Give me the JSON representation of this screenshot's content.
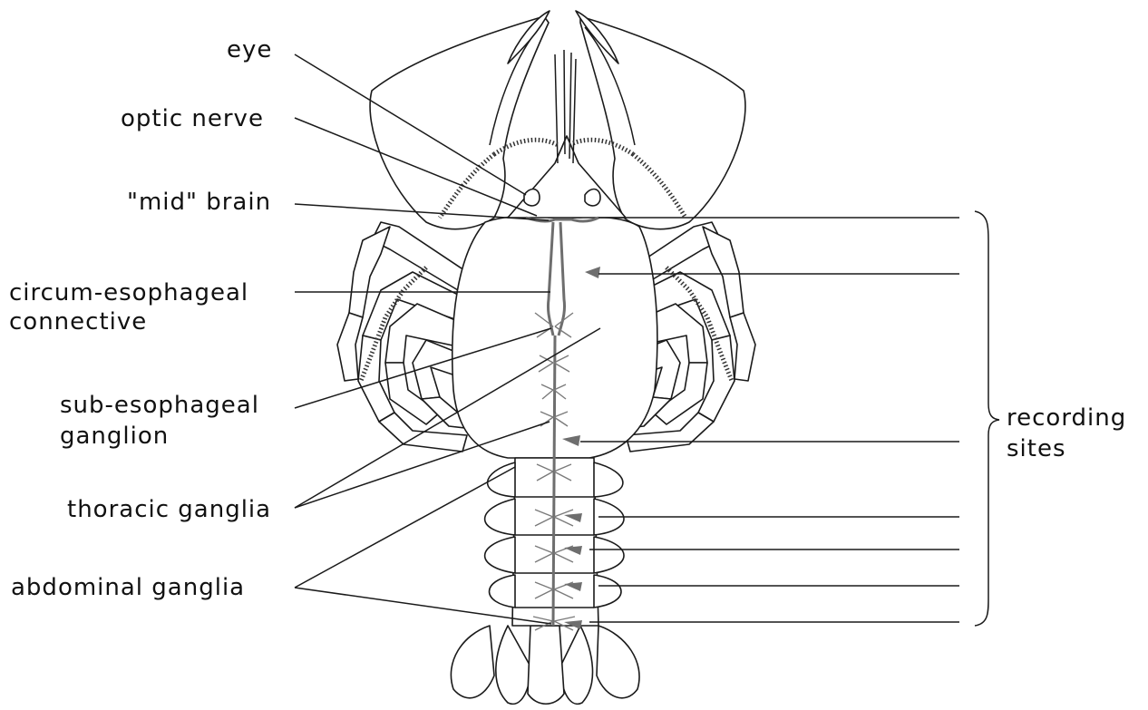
{
  "labels": {
    "eye": "eye",
    "optic_nerve": "optic nerve",
    "mid_brain": "\"mid\" brain",
    "circum_line1": "circum-esophageal",
    "circum_line2": "connective",
    "sub_line1": "sub-esophageal",
    "sub_line2": "ganglion",
    "thoracic": "thoracic ganglia",
    "abdominal": "abdominal ganglia",
    "recording_line1": "recording",
    "recording_line2": "sites"
  },
  "colors": {
    "outline": "#1a1a1a",
    "nerve_cord": "#6e6e6e",
    "background": "#ffffff"
  }
}
